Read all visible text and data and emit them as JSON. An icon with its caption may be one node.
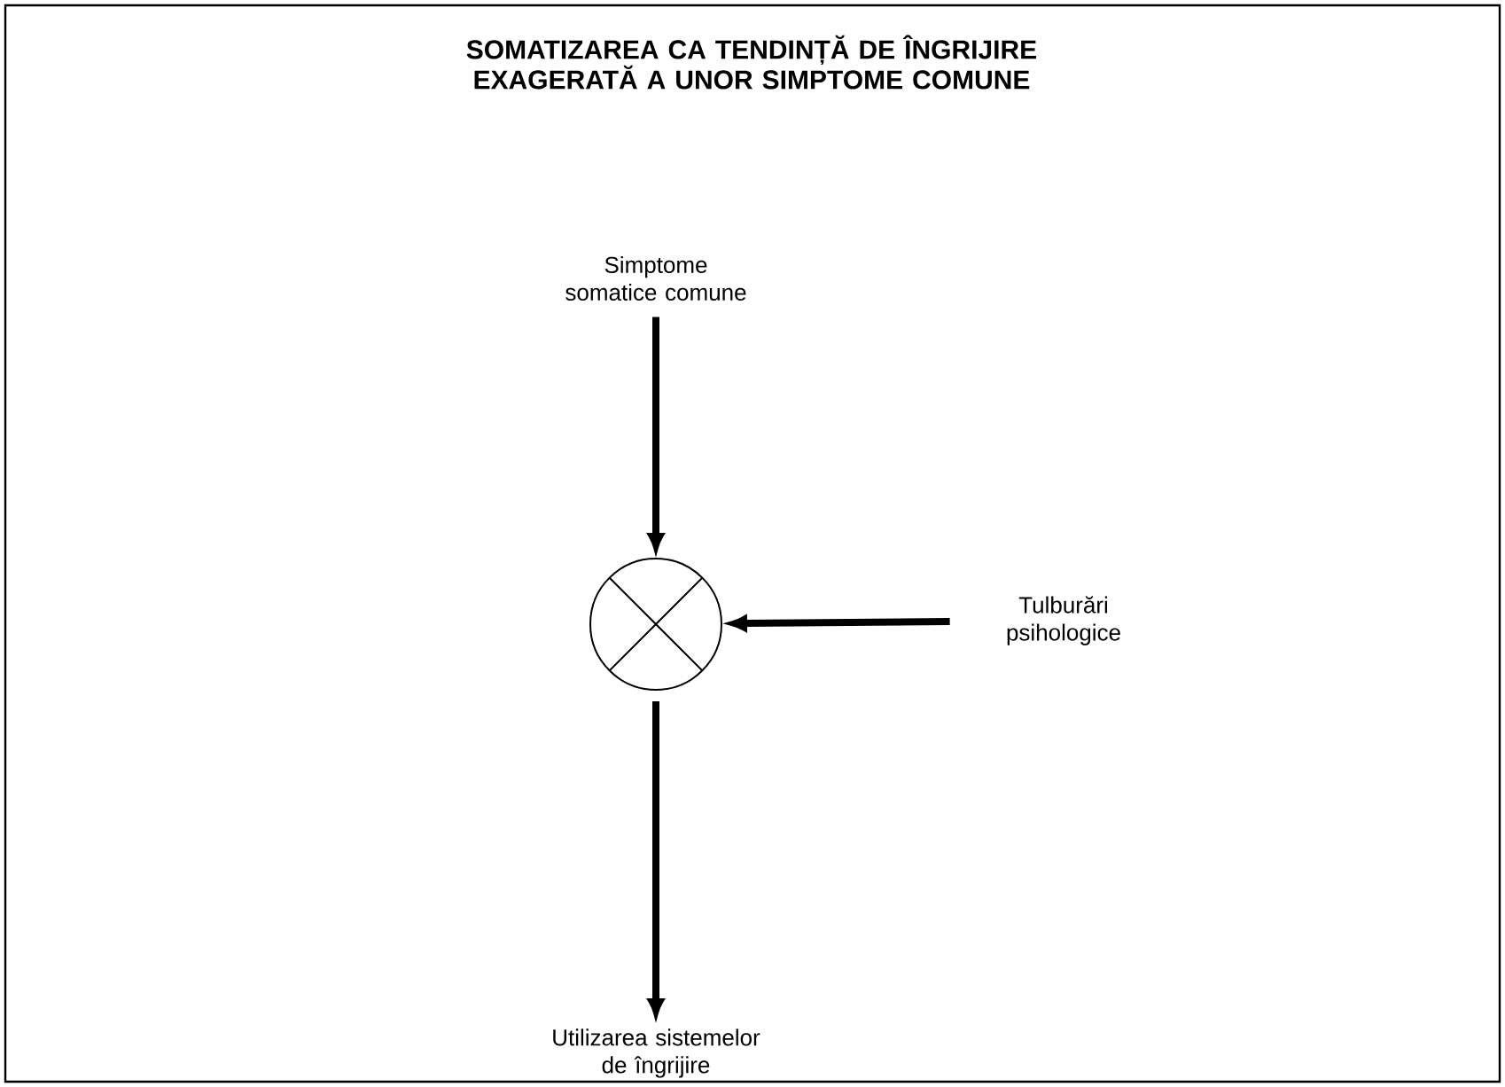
{
  "diagram": {
    "title": "SOMATIZAREA CA TENDINȚĂ DE ÎNGRIJIRE EXAGERATĂ A UNOR SIMPTOME COMUNE",
    "nodes": [
      {
        "text": [
          "Simptome somatice comune"
        ]
      },
      {
        "text": [],
        "shape": "circle"
      },
      {
        "text": [
          "Tulburări psihologice"
        ]
      },
      {
        "text": [
          "Utilizarea sistemelor de îngrijire"
        ]
      }
    ],
    "edges": [
      {
        "from": 0,
        "to": 1,
        "arrow": "to"
      },
      {
        "from": 2,
        "to": 1,
        "arrow": "to"
      },
      {
        "from": 1,
        "to": 3,
        "arrow": "to"
      }
    ]
  }
}
